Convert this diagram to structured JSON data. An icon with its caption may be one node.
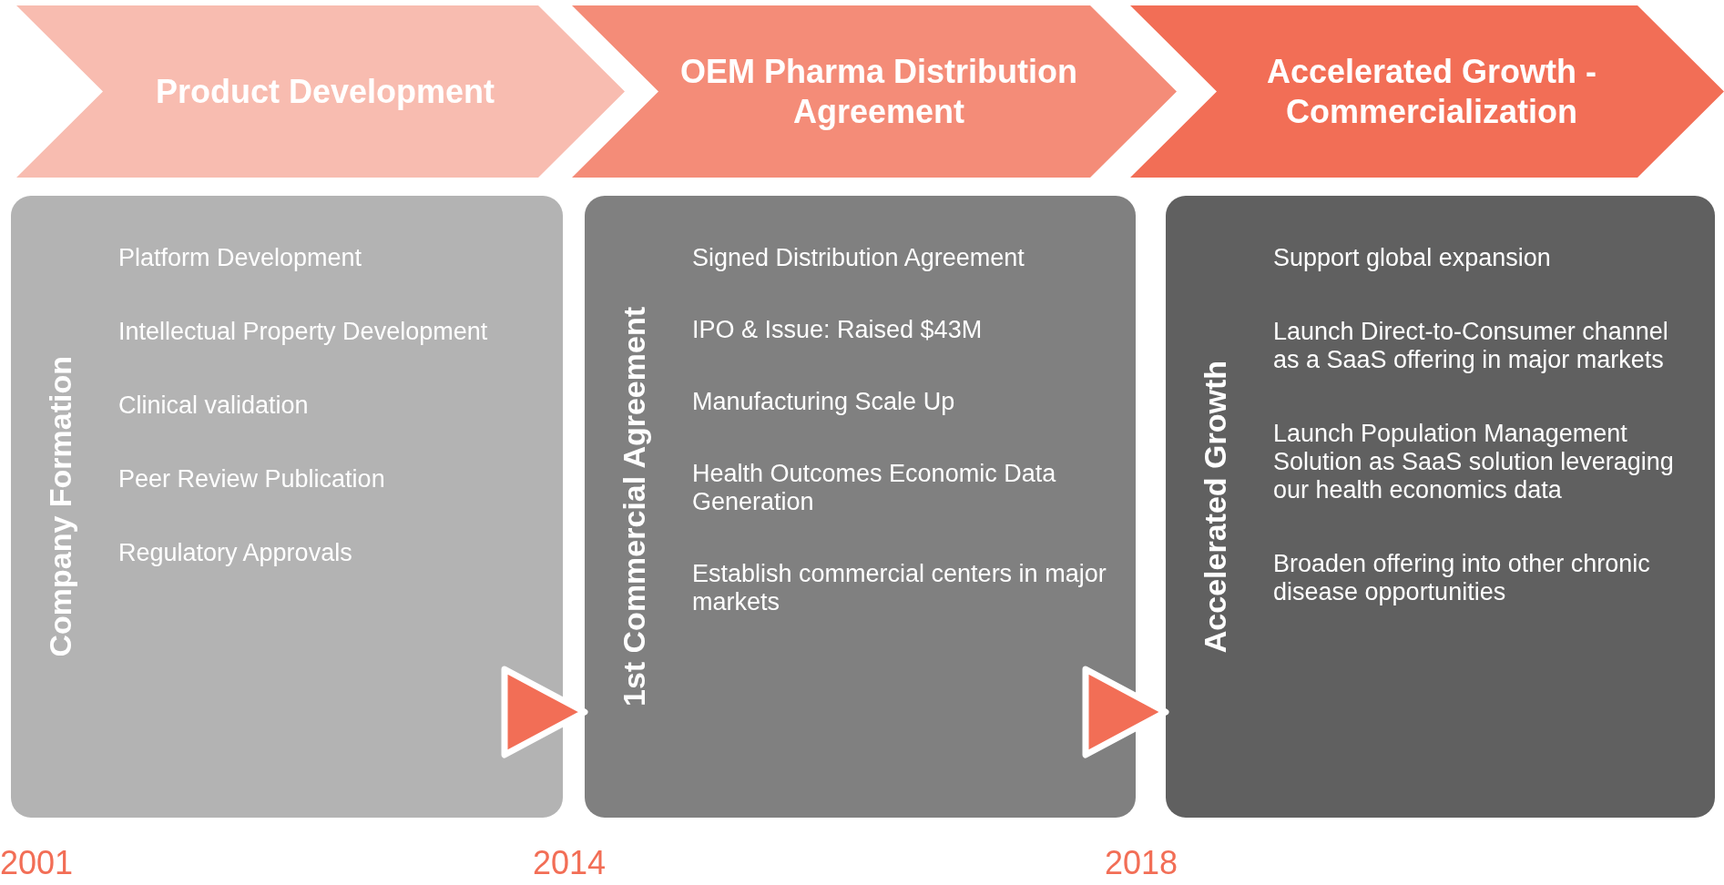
{
  "diagram": {
    "nodes": [
      {
        "text": [
          "Product Development"
        ]
      },
      {
        "text": [
          "OEM Pharma Distribution Agreement"
        ]
      },
      {
        "text": [
          "Accelerated Growth - Commercialization"
        ]
      },
      {
        "text": [
          "Company Formation",
          "Platform Development",
          "Intellectual Property Development",
          "Clinical validation",
          "Peer Review Publication",
          "Regulatory Approvals"
        ]
      },
      {
        "text": [
          "1st Commercial Agreement",
          "Signed Distribution Agreement",
          "IPO & Issue: Raised $43M",
          "Manufacturing Scale Up",
          "Health Outcomes Economic Data Generation",
          "Establish commercial centers in major markets"
        ]
      },
      {
        "text": [
          "Accelerated Growth",
          "Support global expansion",
          "Launch Direct-to-Consumer channel as a SaaS offering in major markets",
          "Launch Population Management Solution as SaaS solution leveraging our health economics data",
          "Broaden offering into other chronic disease opportunities"
        ]
      }
    ],
    "edges": [
      {
        "from": 3,
        "to": 4,
        "arrow": "to"
      },
      {
        "from": 4,
        "to": 5,
        "arrow": "to"
      }
    ],
    "labels": [
      "2001",
      "2014",
      "2018"
    ]
  }
}
